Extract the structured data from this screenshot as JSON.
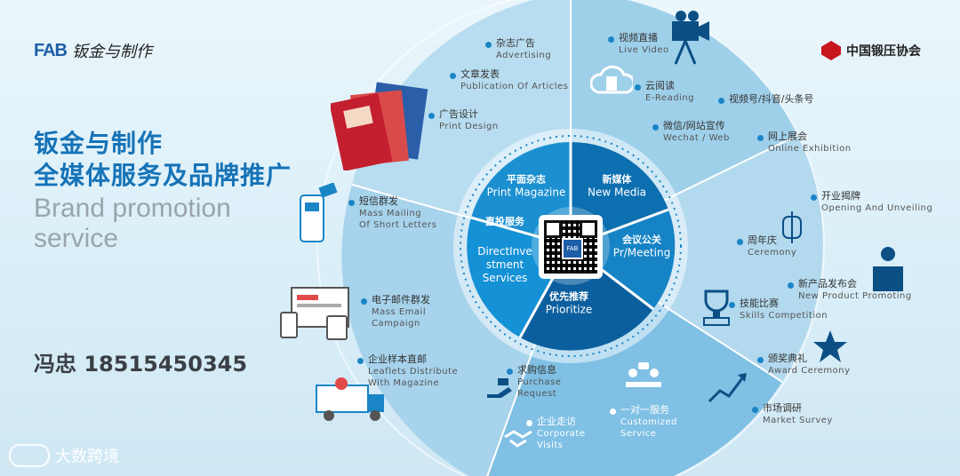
{
  "header": {
    "left_logo_mark": "FAB",
    "left_logo_text": "钣金与制作",
    "right_logo_text": "中国锻压协会"
  },
  "headline": {
    "line1": "钣金与制作",
    "line2": "全媒体服务及品牌推广",
    "en_line1": "Brand promotion",
    "en_line2": "service"
  },
  "contact": "冯忠 18515450345",
  "footer": {
    "watermark": "大数跨境"
  },
  "qr_badge": "FAB",
  "segments": [
    {
      "cn": "平面杂志",
      "en": "Print Magazine"
    },
    {
      "cn": "新媒体",
      "en": "New Media"
    },
    {
      "cn": "会议公关",
      "en": "Pr/Meeting"
    },
    {
      "cn": "优先推荐",
      "en": "Prioritize"
    },
    {
      "cn": "直投服务",
      "en": "DirectInve\nstment\nServices"
    }
  ],
  "items": [
    {
      "cn": "杂志广告",
      "en": "Advertising"
    },
    {
      "cn": "文章发表",
      "en": "Publication Of Articles"
    },
    {
      "cn": "广告设计",
      "en": "Print Design"
    },
    {
      "cn": "视频直播",
      "en": "Live Video"
    },
    {
      "cn": "云阅读",
      "en": "E-Reading"
    },
    {
      "cn": "视频号/抖音/头条号",
      "en": ""
    },
    {
      "cn": "微信/网站宣传",
      "en": "Wechat / Web"
    },
    {
      "cn": "网上展会",
      "en": "Online Exhibition"
    },
    {
      "cn": "开业揭牌",
      "en": "Opening And Unveiling"
    },
    {
      "cn": "周年庆",
      "en": "Ceremony"
    },
    {
      "cn": "新产品发布会",
      "en": "New Product Promoting"
    },
    {
      "cn": "技能比赛",
      "en": "Skills Competition"
    },
    {
      "cn": "颁奖典礼",
      "en": "Award Ceremony"
    },
    {
      "cn": "市场调研",
      "en": "Market Survey"
    },
    {
      "cn": "一对一服务",
      "en": "Customized\nService"
    },
    {
      "cn": "求购信息",
      "en": "Purchase\nRequest"
    },
    {
      "cn": "企业走访",
      "en": "Corporate\nVisits"
    },
    {
      "cn": "企业样本直邮",
      "en": "Leaflets Distribute\nWith Magazine"
    },
    {
      "cn": "电子邮件群发",
      "en": "Mass Email\nCampaign"
    },
    {
      "cn": "短信群发",
      "en": "Mass Mailing\nOf Short Letters"
    }
  ]
}
